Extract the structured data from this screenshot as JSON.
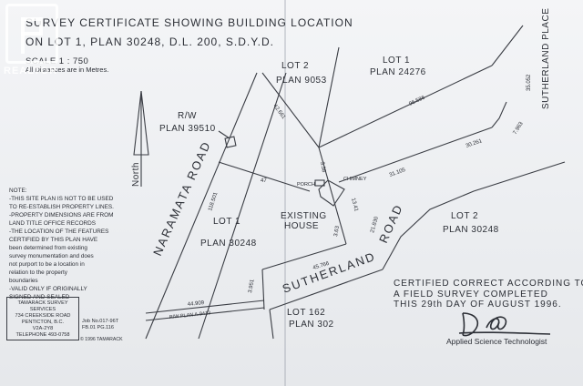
{
  "header": {
    "title_line1": "SURVEY CERTIFICATE SHOWING BUILDING LOCATION",
    "title_line2": "ON LOT 1, PLAN 30248, D.L. 200, S.D.Y.D.",
    "scale": "SCALE 1 : 750",
    "dims_note": "All Distances are in Metres."
  },
  "labels": {
    "lot2_a": "LOT 2",
    "plan9053": "PLAN 9053",
    "lot1_a": "LOT 1",
    "plan24276": "PLAN 24276",
    "sutherland_place": "SUTHERLAND PLACE",
    "rw": "R/W",
    "plan39510": "PLAN 39510",
    "north": "North",
    "naramata_road": "NARAMATA ROAD",
    "lot1_main": "LOT 1",
    "plan30248_main": "PLAN 30248",
    "porch": "PORCH",
    "chimney": "CHIMNEY",
    "existing": "EXISTING",
    "house": "HOUSE",
    "road": "ROAD",
    "sutherland": "SUTHERLAND",
    "lot2_b": "LOT 2",
    "plan30248_b": "PLAN 30248",
    "lot162": "LOT 162",
    "plan302": "PLAN 302",
    "rw_plan": "R/W PLAN A-9413"
  },
  "dimensions": {
    "d1": "42.661",
    "d2": "96.586",
    "d3": "35.052",
    "d4": "7.963",
    "d5": "30.261",
    "d6": "31.105",
    "d7": "118.501",
    "d8": "21.830",
    "d9": "45.766",
    "d10": "44.909",
    "d11": "3.951",
    "d12": "13.41",
    "d13": "3.63",
    "d14": "3.38",
    "d15": "47"
  },
  "note": {
    "heading": "NOTE:",
    "lines": [
      "-THIS SITE PLAN IS NOT TO BE USED",
      " TO RE-ESTABLISH PROPERTY LINES.",
      "-PROPERTY DIMENSIONS ARE FROM",
      " LAND TITLE OFFICE RECORDS",
      "-THE LOCATION OF THE FEATURES",
      " CERTIFIED BY THIS PLAN HAVE",
      " been determined from existing",
      " survey monumentation and does",
      " not purport to be a location in",
      " relation to the property",
      " boundaries",
      "-VALID ONLY IF ORIGINALLY",
      " SIGNED AND SEALED"
    ]
  },
  "firm": {
    "lines": [
      "TAMARACK SURVEY",
      "SERVICES",
      "734 CREEKSIDE ROAD",
      "PENTICTON, B.C.",
      "V2A-2Y8",
      "TELEPHONE 493-0758"
    ],
    "job": "Job No.017-96T",
    "fb": "FB.01 PG.116",
    "copyright": "© 1996 TAMARACK"
  },
  "certification": {
    "line1": "CERTIFIED CORRECT ACCORDING TO",
    "line2": "A FIELD SURVEY COMPLETED",
    "line3": "THIS 29th DAY OF AUGUST 1996.",
    "title": "Applied Science Technologist"
  },
  "watermark": {
    "text": "REALTOR"
  }
}
